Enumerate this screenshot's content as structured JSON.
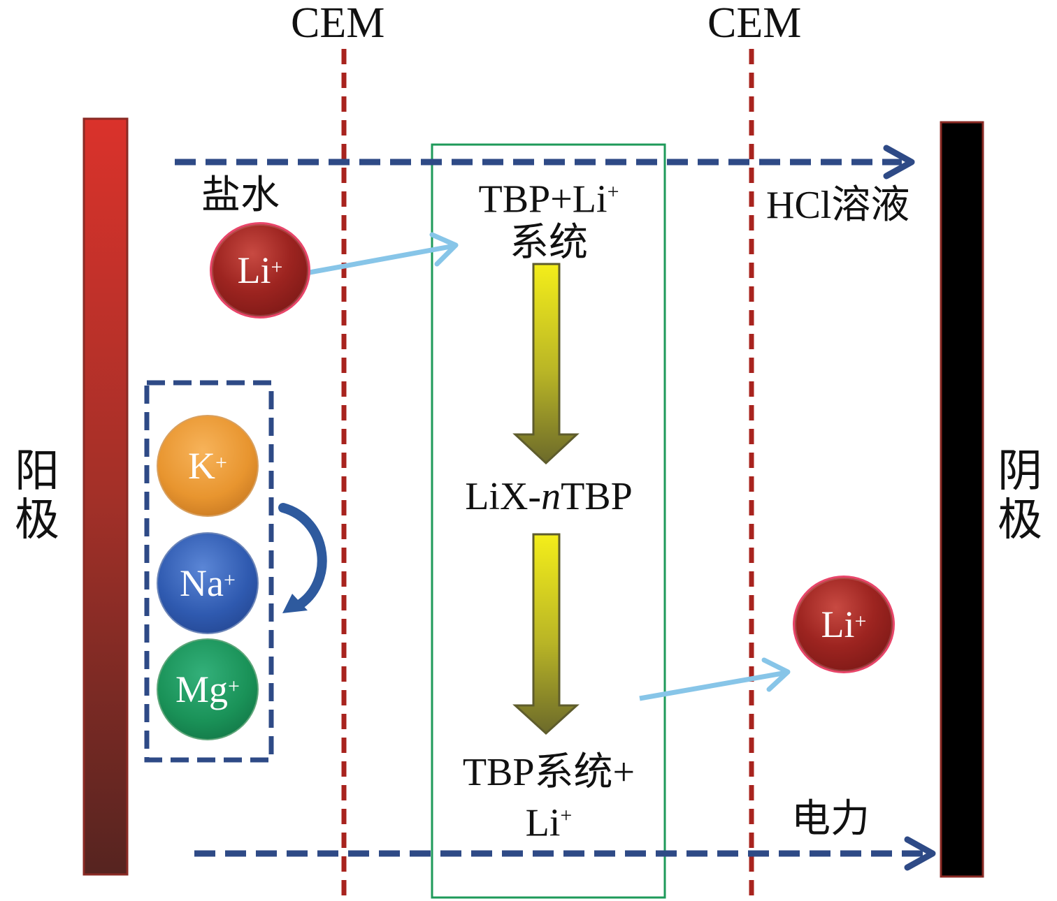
{
  "membranes": {
    "left": "CEM",
    "right": "CEM"
  },
  "electrodes": {
    "anode": "阳极",
    "cathode": "阴极"
  },
  "labels": {
    "brine": "盐水",
    "hcl": "HCl溶液",
    "power": "电力"
  },
  "ions": {
    "li_top": "Li",
    "li_bottom": "Li",
    "k": "K",
    "na": "Na",
    "mg": "Mg",
    "charge": "+"
  },
  "process": {
    "step1_line1": "TBP+Li",
    "step1_line2": "系统",
    "step2_prefix": "LiX-",
    "step2_italic": "n",
    "step2_suffix": "TBP",
    "step3_line1": "TBP系统+",
    "step3_line2": "Li",
    "plus": "+"
  },
  "colors": {
    "membrane": "#a8231e",
    "flow_arrow": "#2e4a86",
    "li_arrow": "#87c5e8",
    "green_box": "#1e9a5a",
    "anode_top": "#d8302a",
    "anode_bottom": "#5a2420",
    "cathode": "#000000"
  }
}
